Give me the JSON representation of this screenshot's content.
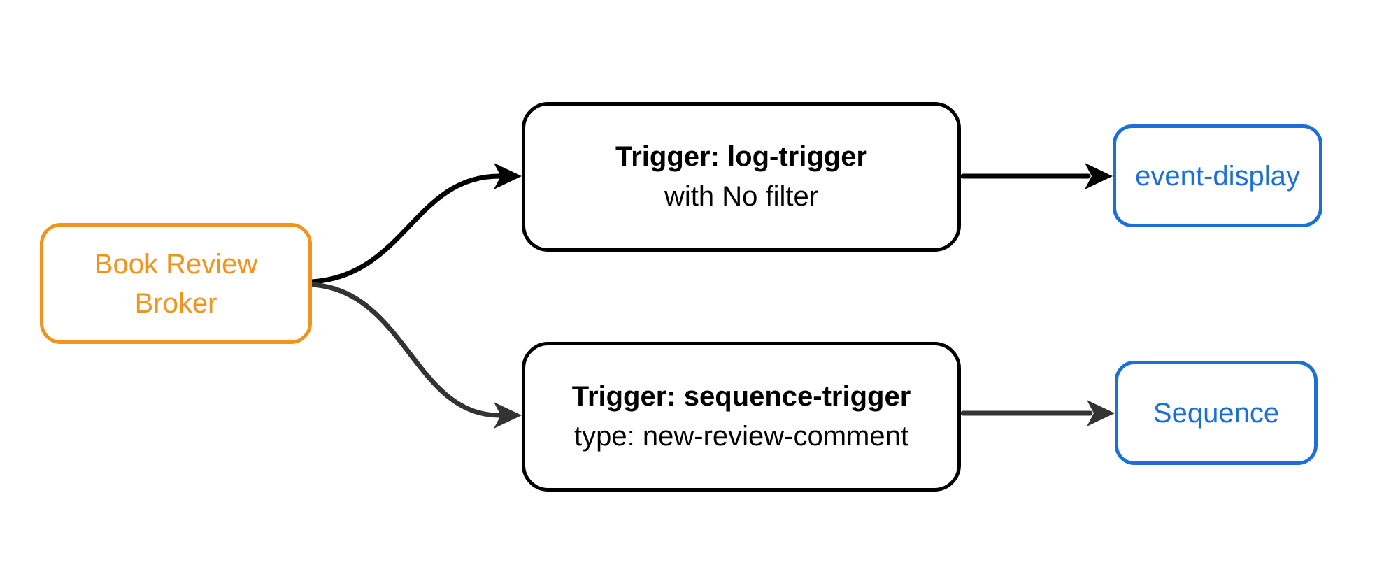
{
  "colors": {
    "orange": "#F0941E",
    "blue": "#1B6FD6",
    "ink": "#000000",
    "gray": "#333333",
    "background": "#FFFFFF"
  },
  "nodes": {
    "broker": {
      "label": "Book Review Broker"
    },
    "log_trigger": {
      "title": "Trigger: log-trigger",
      "subtitle": "with No filter"
    },
    "sequence_trigger": {
      "title": "Trigger: sequence-trigger",
      "subtitle": "type: new-review-comment"
    },
    "event_display": {
      "label": "event-display"
    },
    "sequence": {
      "label": "Sequence"
    }
  },
  "edges": [
    {
      "from": "Book Review Broker",
      "to": "Trigger: log-trigger",
      "color": "#000000"
    },
    {
      "from": "Book Review Broker",
      "to": "Trigger: sequence-trigger",
      "color": "#333333"
    },
    {
      "from": "Trigger: log-trigger",
      "to": "event-display",
      "color": "#000000"
    },
    {
      "from": "Trigger: sequence-trigger",
      "to": "Sequence",
      "color": "#333333"
    }
  ]
}
